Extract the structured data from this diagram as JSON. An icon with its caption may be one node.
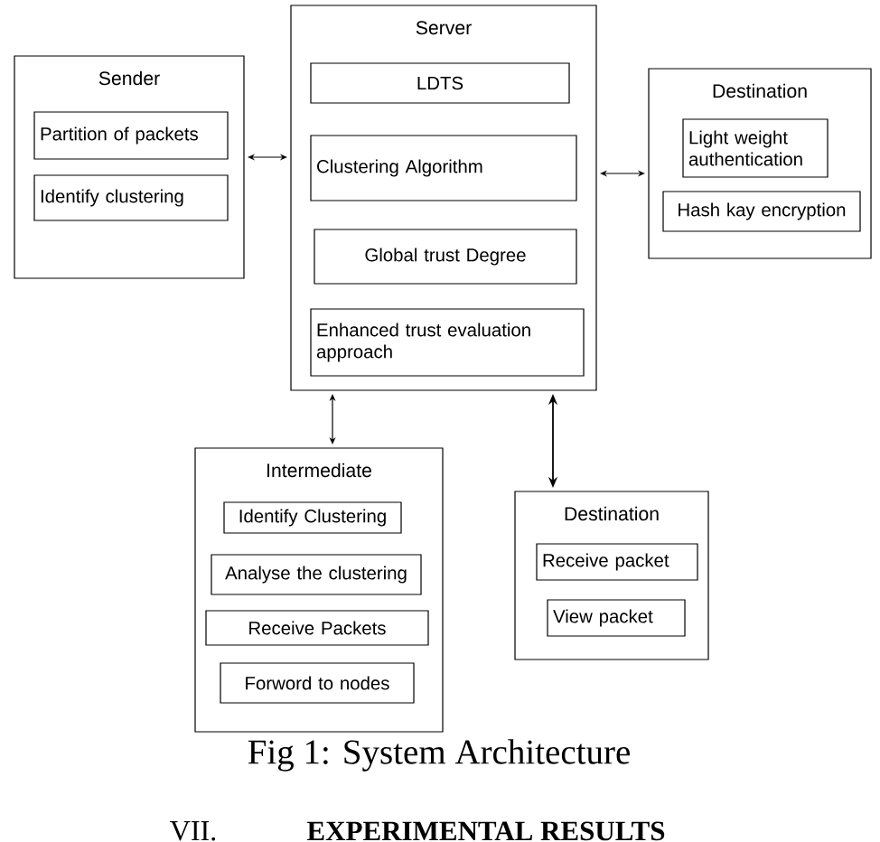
{
  "diagram": {
    "caption": "Fig 1: System Architecture",
    "nodes": [
      {
        "text": [
          "Sender"
        ]
      },
      {
        "text": [
          "Partition of packets"
        ],
        "in": 0
      },
      {
        "text": [
          "Identify clustering"
        ],
        "in": 0
      },
      {
        "text": [
          "Server"
        ]
      },
      {
        "text": [
          "LDTS"
        ],
        "in": 3
      },
      {
        "text": [
          "Clustering Algorithm"
        ],
        "in": 3
      },
      {
        "text": [
          "Global trust Degree"
        ],
        "in": 3
      },
      {
        "text": [
          "Enhanced trust evaluation approach"
        ],
        "in": 3
      },
      {
        "text": [
          "Destination"
        ]
      },
      {
        "text": [
          "Light weight authentication"
        ],
        "in": 8
      },
      {
        "text": [
          "Hash kay encryption"
        ],
        "in": 8
      },
      {
        "text": [
          "Intermediate"
        ]
      },
      {
        "text": [
          "Identify Clustering"
        ],
        "in": 11
      },
      {
        "text": [
          "Analyse the clustering"
        ],
        "in": 11
      },
      {
        "text": [
          "Receive Packets"
        ],
        "in": 11
      },
      {
        "text": [
          "Forword to nodes"
        ],
        "in": 11
      },
      {
        "text": [
          "Destination"
        ]
      },
      {
        "text": [
          "Receive packet"
        ],
        "in": 16
      },
      {
        "text": [
          "View packet"
        ],
        "in": 16
      }
    ],
    "edges": [
      {
        "from": 0,
        "to": 3,
        "arrow": "both"
      },
      {
        "from": 3,
        "to": 8,
        "arrow": "both"
      },
      {
        "from": 3,
        "to": 11,
        "arrow": "both"
      },
      {
        "from": 3,
        "to": 16,
        "arrow": "both"
      }
    ],
    "labels": [
      "VII.",
      "EXPERIMENTAL RESULTS"
    ]
  }
}
